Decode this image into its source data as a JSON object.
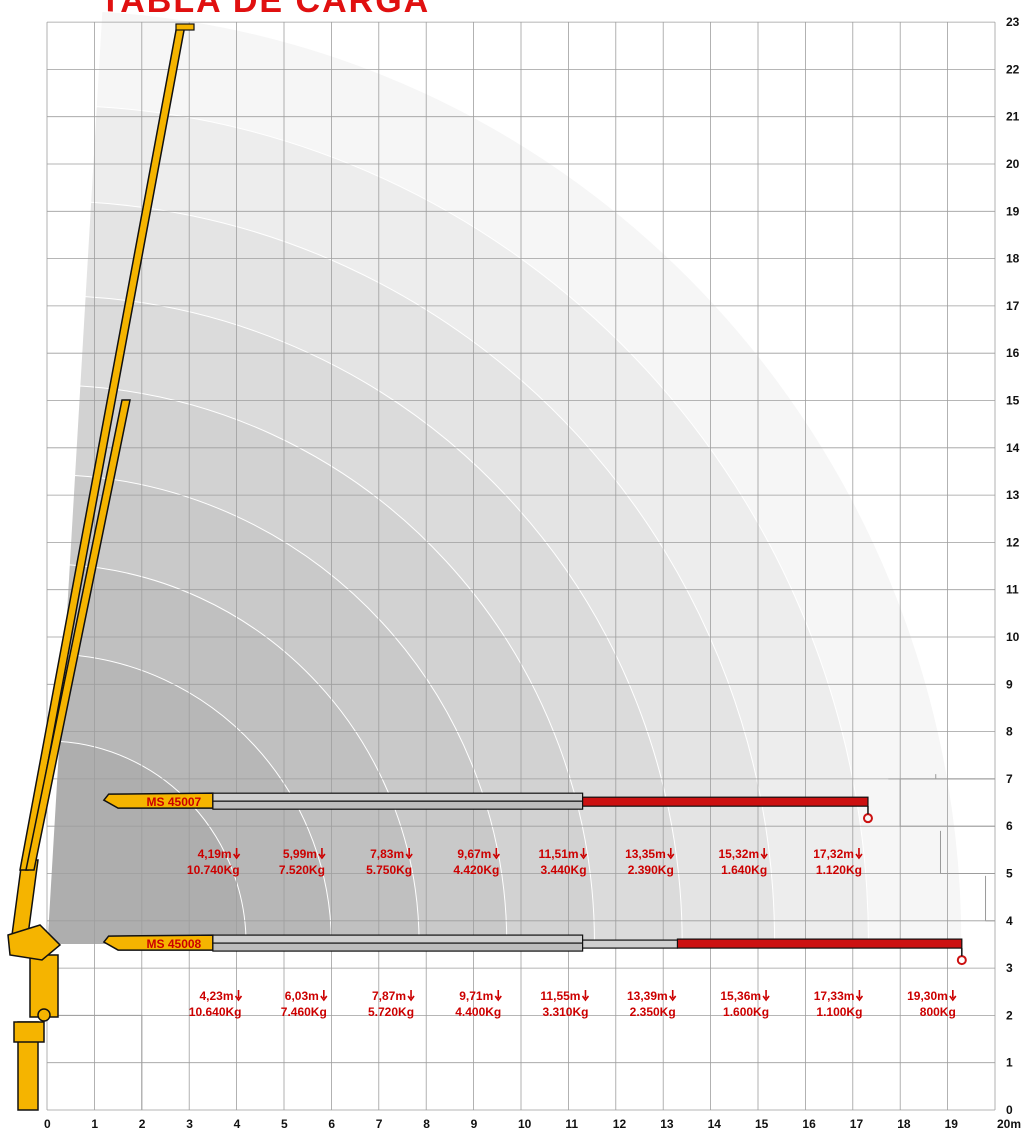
{
  "title": "TABLA DE CARGA",
  "accent_colors": {
    "title": "#e01010",
    "boom": "#f5b400",
    "extension": "#cc1111",
    "labels": "#cc0000",
    "steel": "#bdbdbd"
  },
  "x_axis": {
    "ticks": [
      "0",
      "1",
      "2",
      "3",
      "4",
      "5",
      "6",
      "7",
      "8",
      "9",
      "10",
      "11",
      "12",
      "13",
      "14",
      "15",
      "16",
      "17",
      "18",
      "19",
      "20m"
    ],
    "range": [
      0,
      20
    ]
  },
  "y_axis": {
    "ticks": [
      "0",
      "1",
      "2",
      "3",
      "4",
      "5",
      "6",
      "7",
      "8",
      "9",
      "10",
      "11",
      "12",
      "13",
      "14",
      "15",
      "16",
      "17",
      "18",
      "19",
      "20",
      "21",
      "22",
      "23"
    ],
    "range": [
      0,
      23
    ]
  },
  "models": [
    {
      "name": "MS 45007",
      "boom_y": 6.55,
      "tip_x": 17.32,
      "points": [
        {
          "reach": "4,19m",
          "load": "10.740Kg",
          "x": 4.19
        },
        {
          "reach": "5,99m",
          "load": "7.520Kg",
          "x": 5.99
        },
        {
          "reach": "7,83m",
          "load": "5.750Kg",
          "x": 7.83
        },
        {
          "reach": "9,67m",
          "load": "4.420Kg",
          "x": 9.67
        },
        {
          "reach": "11,51m",
          "load": "3.440Kg",
          "x": 11.51
        },
        {
          "reach": "13,35m",
          "load": "2.390Kg",
          "x": 13.35
        },
        {
          "reach": "15,32m",
          "load": "1.640Kg",
          "x": 15.32
        },
        {
          "reach": "17,32m",
          "load": "1.120Kg",
          "x": 17.32
        }
      ]
    },
    {
      "name": "MS 45008",
      "boom_y": 3.55,
      "tip_x": 19.3,
      "points": [
        {
          "reach": "4,23m",
          "load": "10.640Kg",
          "x": 4.23
        },
        {
          "reach": "6,03m",
          "load": "7.460Kg",
          "x": 6.03
        },
        {
          "reach": "7,87m",
          "load": "5.720Kg",
          "x": 7.87
        },
        {
          "reach": "9,71m",
          "load": "4.400Kg",
          "x": 9.71
        },
        {
          "reach": "11,55m",
          "load": "3.310Kg",
          "x": 11.55
        },
        {
          "reach": "13,39m",
          "load": "2.350Kg",
          "x": 13.39
        },
        {
          "reach": "15,36m",
          "load": "1.600Kg",
          "x": 15.36
        },
        {
          "reach": "17,33m",
          "load": "1.100Kg",
          "x": 17.33
        },
        {
          "reach": "19,30m",
          "load": "800Kg",
          "x": 19.3
        }
      ]
    }
  ],
  "reach_arcs_m": [
    4.2,
    6.0,
    7.85,
    9.7,
    11.55,
    13.4,
    15.35,
    17.33,
    19.3
  ]
}
